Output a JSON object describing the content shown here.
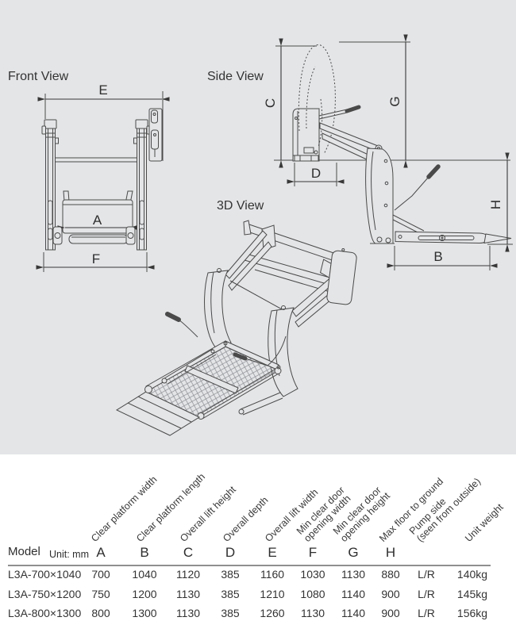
{
  "titles": {
    "front": "Front View",
    "side": "Side View",
    "three_d": "3D View"
  },
  "dims": {
    "A": "A",
    "B": "B",
    "C": "C",
    "D": "D",
    "E": "E",
    "F": "F",
    "G": "G",
    "H": "H"
  },
  "table": {
    "model_header": "Model",
    "unit_label": "Unit: mm",
    "columns": [
      {
        "letter": "A",
        "label": "Clear platform width"
      },
      {
        "letter": "B",
        "label": "Clear platform length"
      },
      {
        "letter": "C",
        "label": "Overall lift height"
      },
      {
        "letter": "D",
        "label": "Overall depth"
      },
      {
        "letter": "E",
        "label": "Overall lift width"
      },
      {
        "letter": "F",
        "label": "Min clear door\nopening width"
      },
      {
        "letter": "G",
        "label": "Min clear door\nopening height"
      },
      {
        "letter": "H",
        "label": "Max floor to ground"
      },
      {
        "letter": "",
        "label": "Pump side\n(seen from outside)"
      },
      {
        "letter": "",
        "label": "Unit weight"
      }
    ],
    "rows": [
      {
        "model": "L3A-700×1040",
        "values": [
          "700",
          "1040",
          "1120",
          "385",
          "1160",
          "1030",
          "1130",
          "880",
          "L/R",
          "140kg"
        ]
      },
      {
        "model": "L3A-750×1200",
        "values": [
          "750",
          "1200",
          "1130",
          "385",
          "1210",
          "1080",
          "1140",
          "900",
          "L/R",
          "145kg"
        ]
      },
      {
        "model": "L3A-800×1300",
        "values": [
          "800",
          "1300",
          "1130",
          "385",
          "1260",
          "1130",
          "1140",
          "900",
          "L/R",
          "156kg"
        ]
      }
    ]
  },
  "colors": {
    "background": "#e4e5e7",
    "table_background": "#ffffff",
    "line": "#4a4a4a",
    "text": "#333333"
  }
}
